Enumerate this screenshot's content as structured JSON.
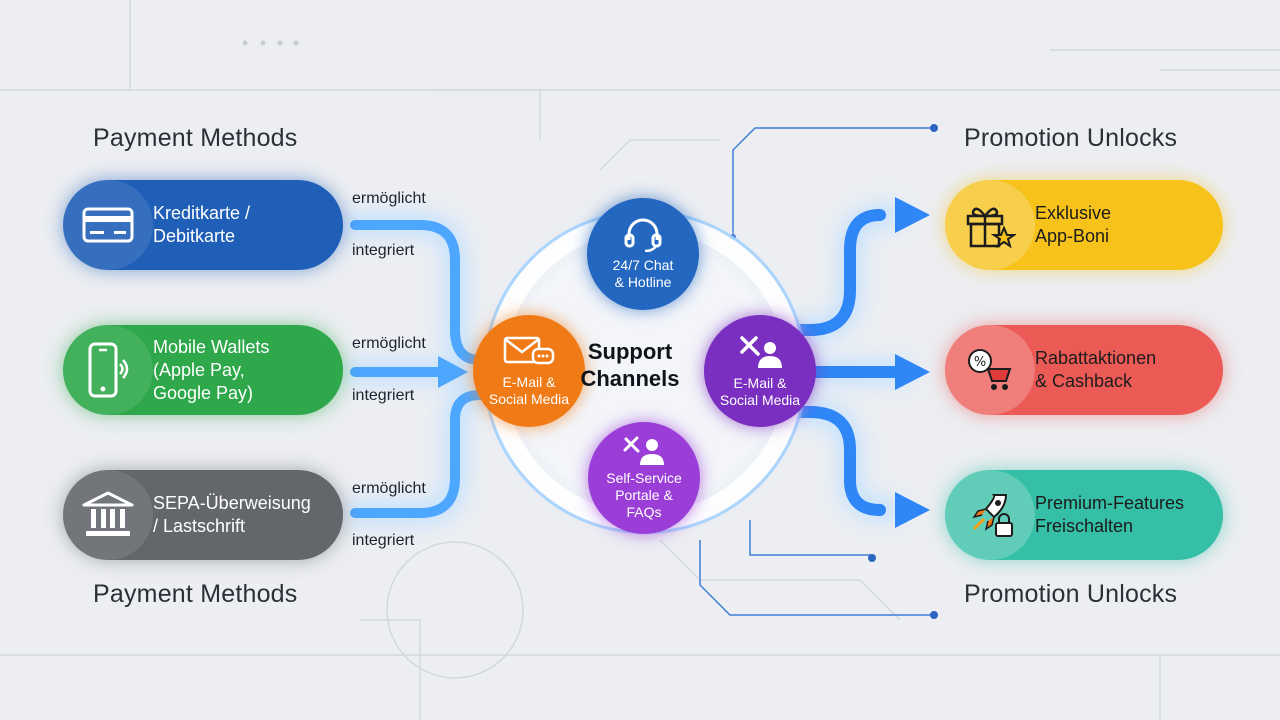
{
  "headings": {
    "left_top": "Payment Methods",
    "left_bottom": "Payment Methods",
    "right_top": "Promotion Unlocks",
    "right_bottom": "Promotion Unlocks"
  },
  "payment_methods": [
    {
      "label": "Kreditkarte /\nDebitkarte",
      "color": "#1f5fb7",
      "icon": "credit-card-icon"
    },
    {
      "label": "Mobile Wallets\n(Apple Pay,\nGoogle Pay)",
      "color": "#2ea84a",
      "icon": "smartphone-icon"
    },
    {
      "label": "SEPA-Überweisung\n/ Lastschrift",
      "color": "#63666b",
      "icon": "bank-icon"
    }
  ],
  "connectors": [
    {
      "top": "ermöglicht",
      "bottom": "integriert"
    },
    {
      "top": "ermöglicht",
      "bottom": "integriert"
    },
    {
      "top": "ermöglicht",
      "bottom": "integriert"
    }
  ],
  "support": {
    "title": "Support\nChannels",
    "nodes": [
      {
        "label": "24/7 Chat\n& Hotline",
        "color": "#2467c0",
        "icon": "headset-icon"
      },
      {
        "label": "E-Mail &\nSocial Media",
        "color": "#f07a16",
        "icon": "email-chat-icon"
      },
      {
        "label": "E-Mail &\nSocial Media",
        "color": "#7a2fc0",
        "icon": "tools-user-icon"
      },
      {
        "label": "Self-Service\nPortale &\nFAQs",
        "color": "#9b3ed8",
        "icon": "self-service-icon"
      }
    ]
  },
  "promotions": [
    {
      "label": "Exklusive\nApp-Boni",
      "color": "#f7c21a",
      "icon": "gift-star-icon"
    },
    {
      "label": "Rabattaktionen\n& Cashback",
      "color": "#ec5a56",
      "icon": "discount-cart-icon"
    },
    {
      "label": "Premium-Features\nFreischalten",
      "color": "#35bfa6",
      "icon": "rocket-lock-icon"
    }
  ]
}
